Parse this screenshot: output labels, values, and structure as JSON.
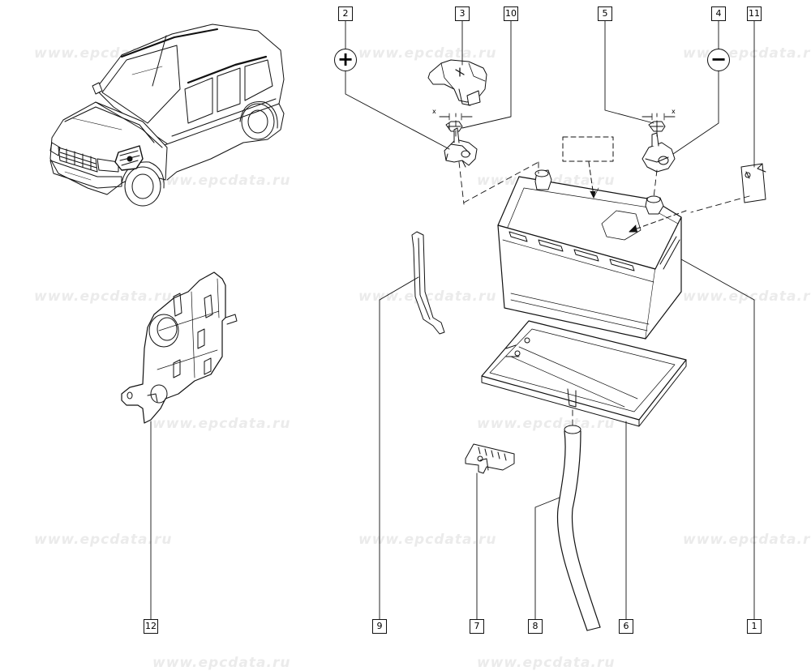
{
  "watermark": "www.epcdata.ru",
  "symbols": {
    "positive": "+",
    "negative": "−"
  },
  "dimension_mark": "x",
  "callouts": {
    "c1": "1",
    "c2": "2",
    "c3": "3",
    "c4": "4",
    "c5": "5",
    "c6": "6",
    "c7": "7",
    "c8": "8",
    "c9": "9",
    "c10": "10",
    "c11": "11",
    "c12": "12"
  }
}
